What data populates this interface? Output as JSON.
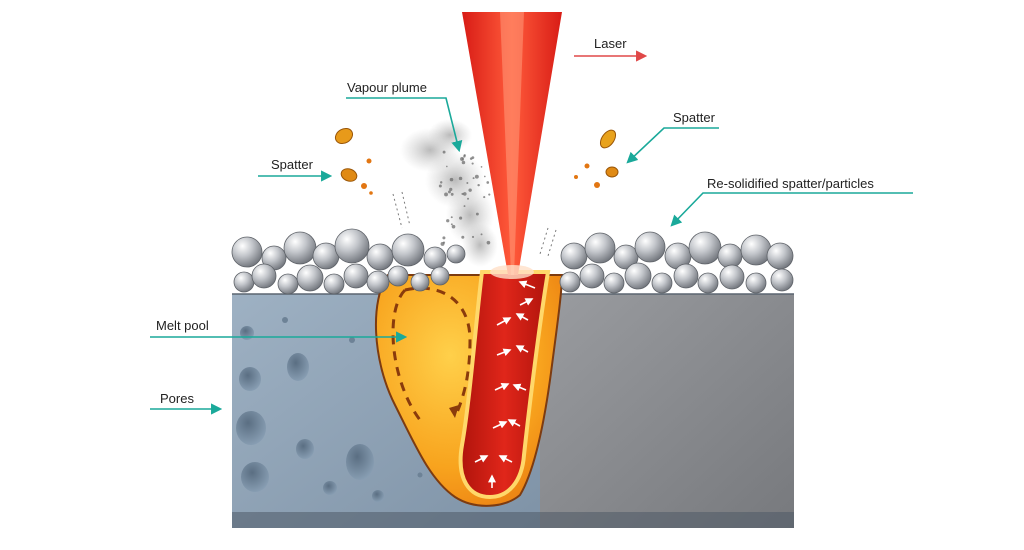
{
  "labels": {
    "laser": "Laser",
    "vapour_plume": "Vapour plume",
    "spatter_left": "Spatter",
    "spatter_right": "Spatter",
    "resolidified": "Re-solidified spatter/particles",
    "melt_pool": "Melt pool",
    "pores": "Pores"
  },
  "colors": {
    "arrow_teal": "#1aa99a",
    "laser_arrow": "#e04848",
    "laser_beam": "#e8281e",
    "melt_pool": "#f6a21c",
    "keyhole": "#c9190f",
    "substrate_left": "#8fa3b6",
    "substrate_right": "#8b8d90",
    "powder": "#b9bcc2"
  },
  "icons": {
    "laser_direction": "arrow-right-icon",
    "pointer": "arrow-icon"
  }
}
